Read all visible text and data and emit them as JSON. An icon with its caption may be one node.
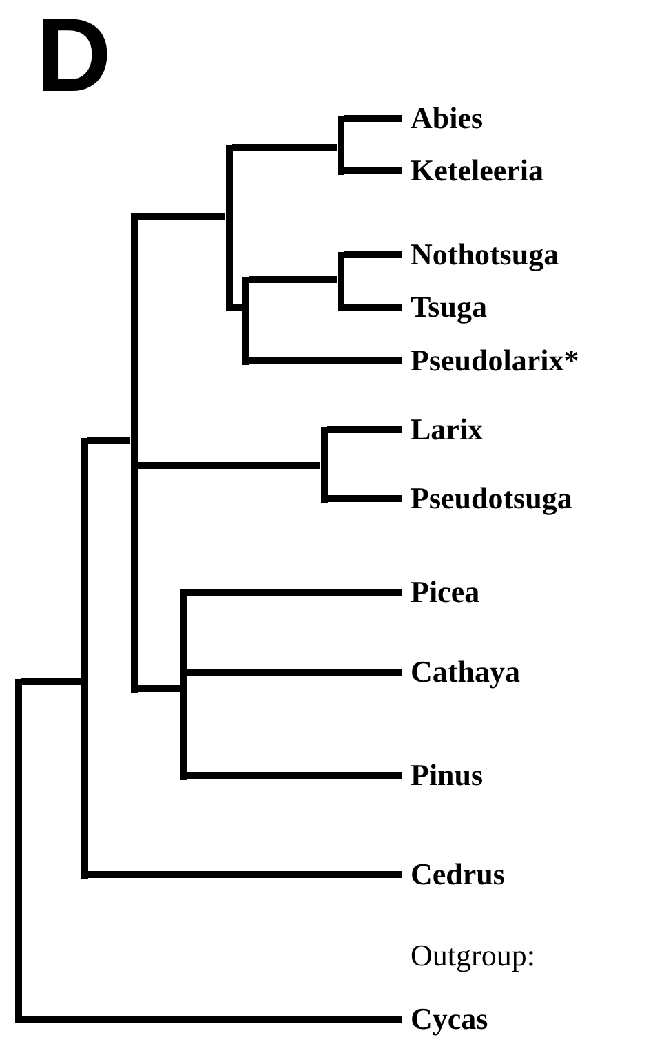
{
  "diagram": {
    "title": "D",
    "nodes": [
      {
        "text": [
          "Abies"
        ]
      },
      {
        "text": [
          "Keteleeria"
        ]
      },
      {
        "text": [
          "Nothotsuga"
        ]
      },
      {
        "text": [
          "Tsuga"
        ]
      },
      {
        "text": [
          "Pseudolarix*"
        ]
      },
      {
        "text": [
          "Larix"
        ]
      },
      {
        "text": [
          "Pseudotsuga"
        ]
      },
      {
        "text": [
          "Picea"
        ]
      },
      {
        "text": [
          "Cathaya"
        ]
      },
      {
        "text": [
          "Pinus"
        ]
      },
      {
        "text": [
          "Cedrus"
        ]
      },
      {
        "text": [
          "Outgroup:",
          "Cycas"
        ]
      },
      {
        "text": [],
        "shape": "bar"
      },
      {
        "text": [],
        "shape": "bar"
      },
      {
        "text": [],
        "shape": "bar"
      },
      {
        "text": [],
        "shape": "bar"
      },
      {
        "text": [],
        "shape": "bar"
      },
      {
        "text": [],
        "shape": "bar"
      },
      {
        "text": [],
        "shape": "bar"
      },
      {
        "text": [],
        "shape": "bar"
      },
      {
        "text": [],
        "shape": "bar"
      }
    ],
    "edges": [
      {
        "from": 12,
        "to": 0,
        "arrow": "none"
      },
      {
        "from": 12,
        "to": 1,
        "arrow": "none"
      },
      {
        "from": 13,
        "to": 2,
        "arrow": "none"
      },
      {
        "from": 13,
        "to": 3,
        "arrow": "none"
      },
      {
        "from": 14,
        "to": 13,
        "arrow": "none"
      },
      {
        "from": 14,
        "to": 4,
        "arrow": "none"
      },
      {
        "from": 15,
        "to": 12,
        "arrow": "none"
      },
      {
        "from": 15,
        "to": 14,
        "arrow": "none"
      },
      {
        "from": 18,
        "to": 15,
        "arrow": "none"
      },
      {
        "from": 16,
        "to": 5,
        "arrow": "none"
      },
      {
        "from": 16,
        "to": 6,
        "arrow": "none"
      },
      {
        "from": 18,
        "to": 16,
        "arrow": "none"
      },
      {
        "from": 17,
        "to": 7,
        "arrow": "none"
      },
      {
        "from": 17,
        "to": 8,
        "arrow": "none"
      },
      {
        "from": 17,
        "to": 9,
        "arrow": "none"
      },
      {
        "from": 18,
        "to": 17,
        "arrow": "none"
      },
      {
        "from": 19,
        "to": 18,
        "arrow": "none"
      },
      {
        "from": 19,
        "to": 10,
        "arrow": "none"
      },
      {
        "from": 20,
        "to": 19,
        "arrow": "none"
      },
      {
        "from": 20,
        "to": 11,
        "arrow": "none"
      }
    ]
  }
}
